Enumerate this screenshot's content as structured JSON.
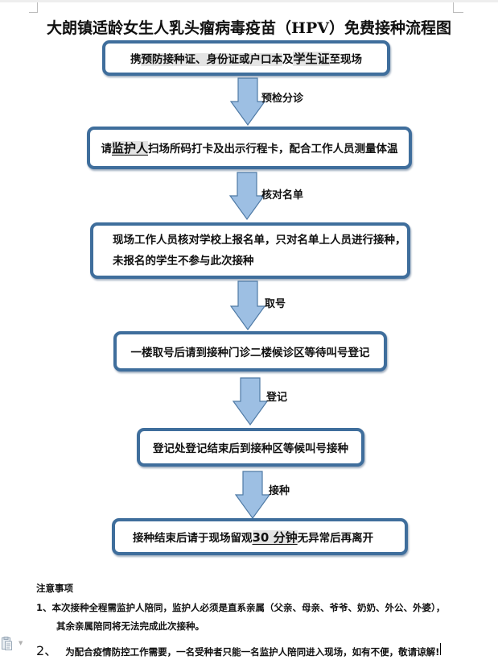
{
  "document": {
    "title": "大朗镇适龄女生人乳头瘤病毒疫苗（HPV）免费接种流程图"
  },
  "flowchart": {
    "steps": [
      {
        "segments": [
          {
            "text": "携",
            "style": "plain"
          },
          {
            "text": "预防接种证、身份证或户口本",
            "style": "highlight"
          },
          {
            "text": "及",
            "style": "plain"
          },
          {
            "text": "学生证",
            "style": "highlight"
          },
          {
            "text": "至现场",
            "style": "plain"
          }
        ]
      },
      {
        "segments": [
          {
            "text": "请",
            "style": "plain"
          },
          {
            "text": "监护人",
            "style": "highlight-underline"
          },
          {
            "text": "扫场所码打卡及出示行程卡，配合工作人员测量体温",
            "style": "plain"
          }
        ]
      },
      {
        "lines": [
          "现场工作人员核对学校上报名单，只对名单上人员进行接种，",
          "未报名的学生不参与此次接种"
        ]
      },
      {
        "text": "一楼取号后请到接种门诊二楼候诊区等待叫号登记"
      },
      {
        "text": "登记处登记结束后到接种区等候叫号接种"
      },
      {
        "segments": [
          {
            "text": "接种结束后请于现场留观",
            "style": "plain"
          },
          {
            "text": "30 分钟",
            "style": "highlight-underline"
          },
          {
            "text": "无异常后再离开",
            "style": "plain"
          }
        ]
      }
    ],
    "arrows": [
      {
        "label": "预检分诊",
        "icon": "down-arrow-icon"
      },
      {
        "label": "核对名单",
        "icon": "down-arrow-icon"
      },
      {
        "label": "取号",
        "icon": "down-arrow-icon"
      },
      {
        "label": "登记",
        "icon": "down-arrow-icon"
      },
      {
        "label": "接种",
        "icon": "down-arrow-icon"
      }
    ],
    "colors": {
      "box_border": "#3f6e9c",
      "arrow_fill": "#9dbfe3",
      "arrow_stroke": "#4f7aa5",
      "highlight": "#e4e4e4"
    }
  },
  "notes": {
    "title": "注意事项",
    "items": [
      {
        "number": "1、",
        "text": "本次接种全程需监护人陪同，监护人必须是直系亲属（父亲、母亲、爷爷、奶奶、外公、外婆），",
        "continuation": "其余亲属陪同将无法完成此次接种。"
      },
      {
        "number": "2、",
        "text": "为配合疫情防控工作需要，一名受种者只能一名监护人陪同进入现场，如有不便，敬请谅解!"
      }
    ]
  },
  "editor": {
    "paste_options_icon": "paste-options-icon",
    "paste_options_dropdown": "▼"
  }
}
